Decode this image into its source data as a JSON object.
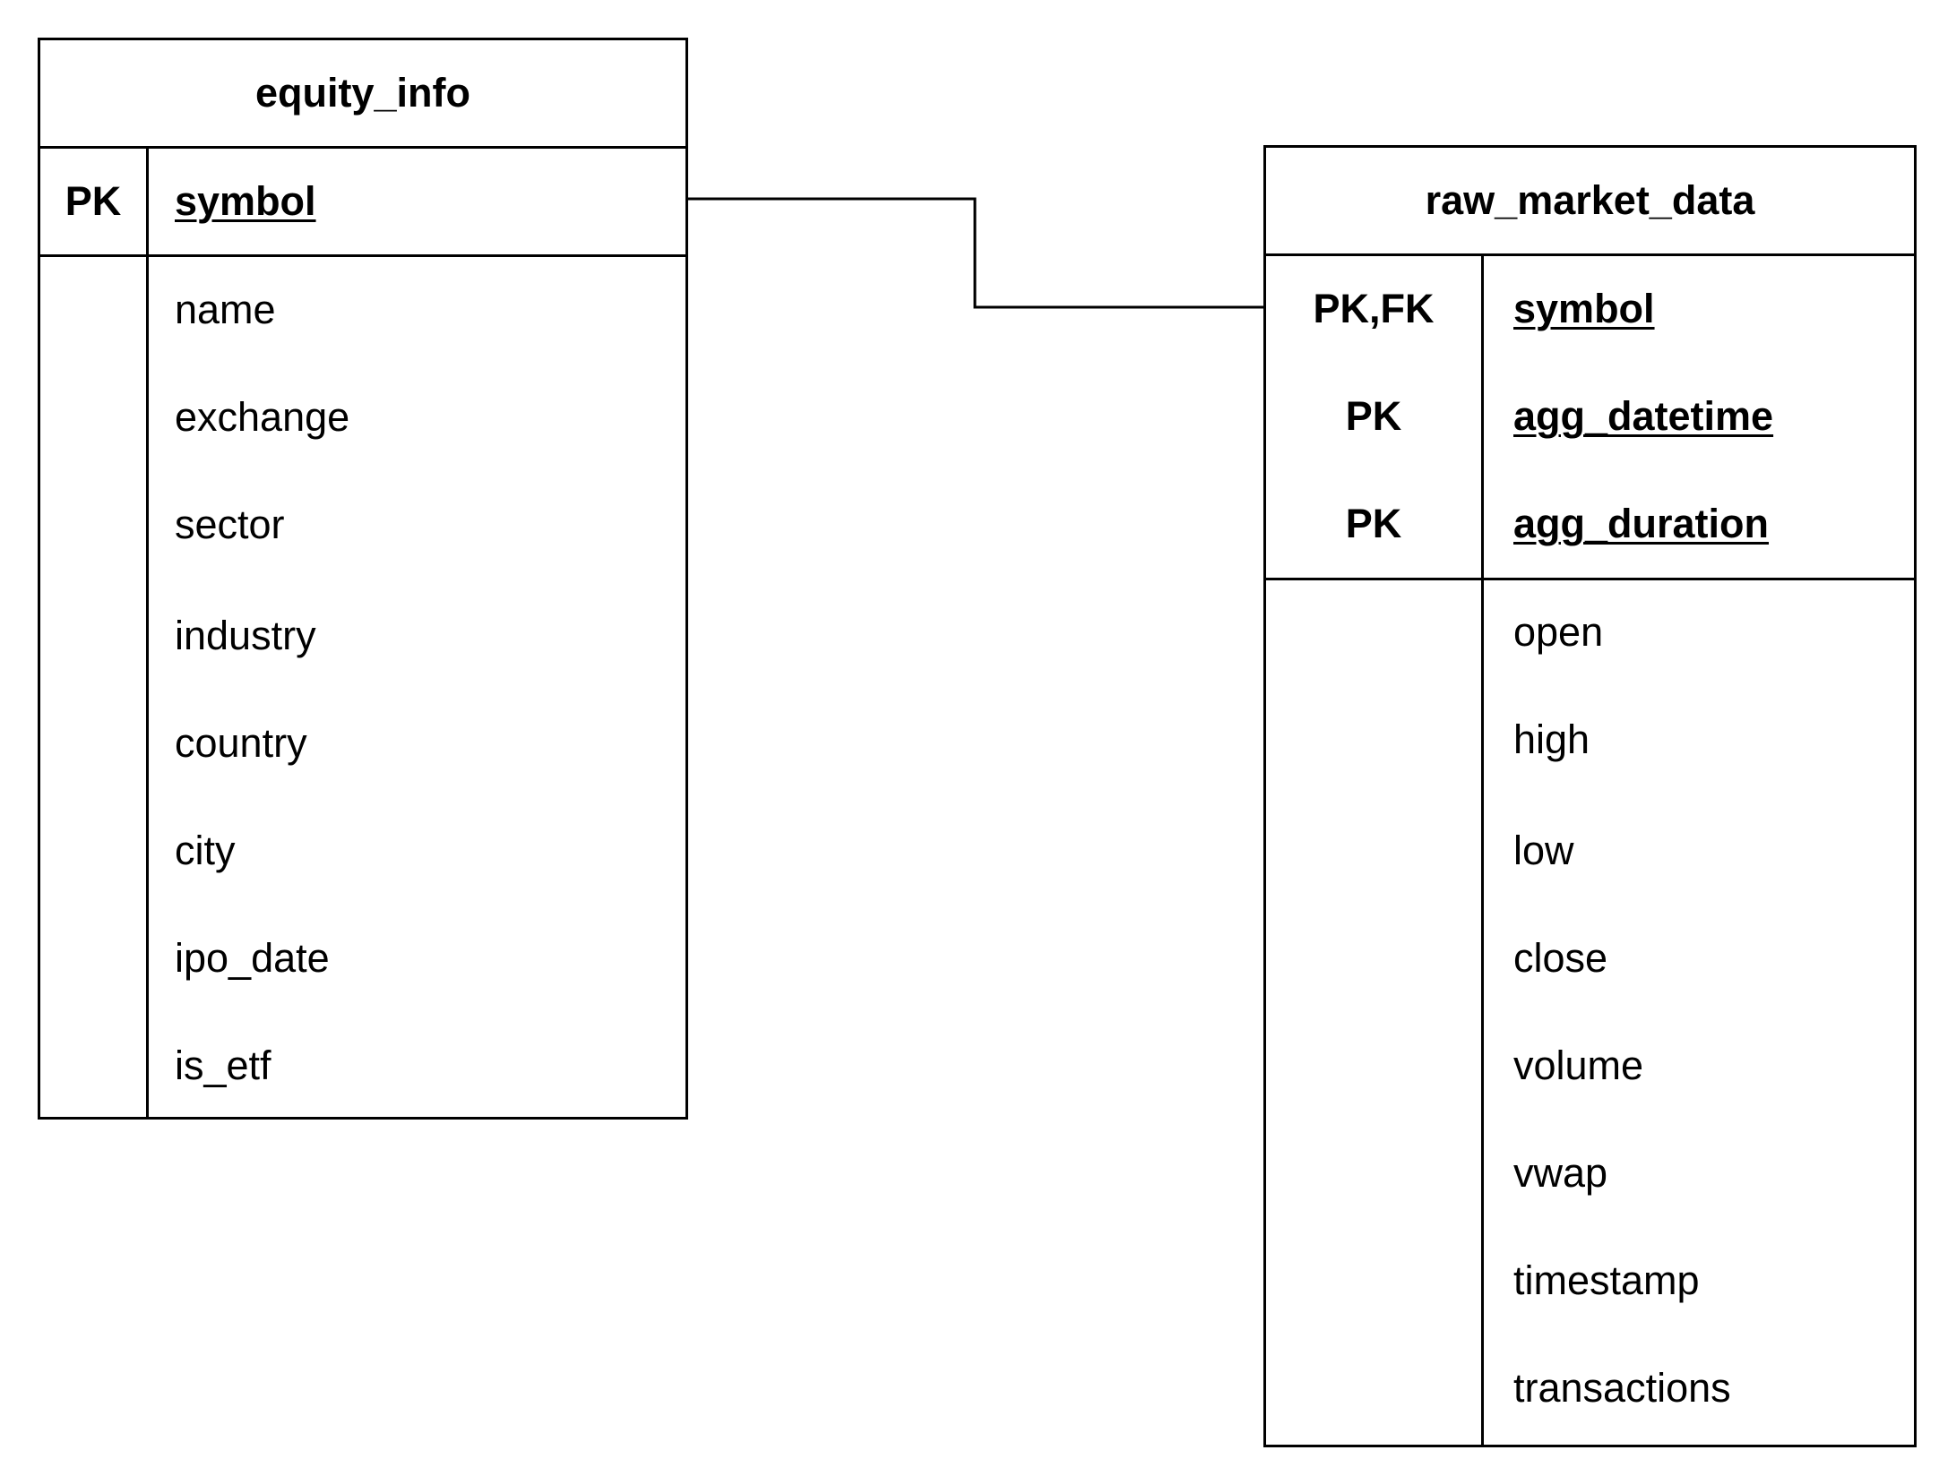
{
  "tables": [
    {
      "id": "equity_info",
      "title": "equity_info",
      "keys": [
        {
          "label": "PK",
          "name": "symbol"
        }
      ],
      "fields": [
        "name",
        "exchange",
        "sector",
        "industry",
        "country",
        "city",
        "ipo_date",
        "is_etf"
      ]
    },
    {
      "id": "raw_market_data",
      "title": "raw_market_data",
      "keys": [
        {
          "label": "PK,FK",
          "name": "symbol"
        },
        {
          "label": "PK",
          "name": "agg_datetime"
        },
        {
          "label": "PK",
          "name": "agg_duration"
        }
      ],
      "fields": [
        "open",
        "high",
        "low",
        "close",
        "volume",
        "vwap",
        "timestamp",
        "transactions"
      ]
    }
  ],
  "relationships": [
    {
      "from": "equity_info.symbol",
      "to": "raw_market_data.symbol"
    }
  ],
  "colors": {
    "line": "#000000",
    "background": "#ffffff"
  }
}
